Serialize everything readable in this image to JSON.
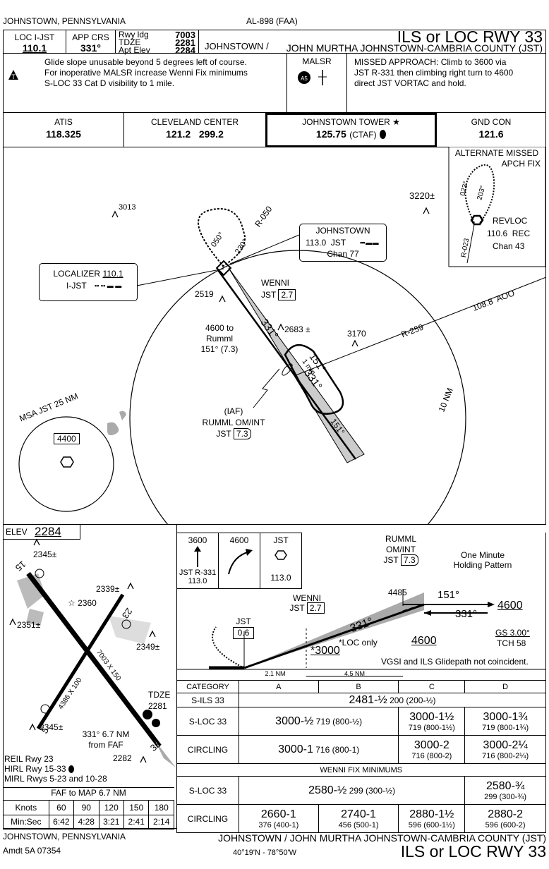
{
  "header": {
    "location": "JOHNSTOWN, PENNSYLVANIA",
    "volume": "AL-898 (FAA)",
    "loc_label": "LOC  I-JST",
    "loc_freq": "110.1",
    "app_crs_label": "APP CRS",
    "app_crs": "331°",
    "rwy_ldg_label": "Rwy ldg",
    "rwy_ldg": "7003",
    "tdze_label": "TDZE",
    "tdze": "2281",
    "apt_elev_label": "Apt Elev",
    "apt_elev": "2284",
    "city": "JOHNSTOWN /",
    "procedure": "ILS or LOC RWY 33",
    "airport": "JOHN MURTHA JOHNSTOWN-CAMBRIA COUNTY (JST)"
  },
  "notes": {
    "line1": "Glide slope unusable beyond 5 degrees left of course.",
    "line2": "For inoperative MALSR increase Wenni Fix minimums",
    "line3": "S-LOC 33 Cat D visibility to 1 mile.",
    "malsr": "MALSR",
    "missed1": "MISSED APPROACH:  Climb to 3600 via",
    "missed2": "JST R-331 then climbing right turn to 4600",
    "missed3": "direct JST VORTAC and hold."
  },
  "comms": {
    "atis_label": "ATIS",
    "atis": "118.325",
    "center_label": "CLEVELAND CENTER",
    "center": "121.2   299.2",
    "tower_label": "JOHNSTOWN TOWER",
    "tower": "125.75",
    "ctaf": "(CTAF)",
    "gnd_label": "GND CON",
    "gnd": "121.6"
  },
  "planview": {
    "alt_missed_title1": "ALTERNATE MISSED",
    "alt_missed_title2": "APCH FIX",
    "revloc_name": "REVLOC",
    "revloc_freq": "110.6  REC",
    "revloc_chan": "Chan 43",
    "r023a": "023°",
    "r203": "203°",
    "r023b": "R-023",
    "vor_name": "JOHNSTOWN",
    "vor_freq": "113.0  JST",
    "vor_chan": "Chan 77",
    "loc_name": "LOCALIZER",
    "loc_freq": "110.1",
    "loc_id": "I-JST",
    "wenni": "WENNI",
    "wenni_jst": "JST",
    "wenni_dme": "2.7",
    "elev3013": "3013",
    "elev3220": "3220±",
    "elev2519": "2519",
    "elev2683": "2683 ±",
    "elev3170": "3170",
    "r050": "R-050",
    "h050": "050°",
    "h230": "230°",
    "transition1": "4600 to",
    "transition2": "Rumml",
    "transition3": "151° (7.3)",
    "r259": "R-259",
    "r108": "108.8  AOO",
    "c331": "331°",
    "c151": "151°",
    "onemin": "1 min",
    "c151b": "151°",
    "nm10": "10 NM",
    "iaf": "(IAF)",
    "rumml": "RUMML OM/INT",
    "rumml_jst": "JST",
    "rumml_dme": "7.3",
    "msa": "MSA JST 25 NM",
    "msa_alt": "4400"
  },
  "airport": {
    "elev_label": "ELEV",
    "elev": "2284",
    "e2345a": "2345±",
    "e2339": "2339±",
    "e2360": "2360",
    "e2351": "2351±",
    "e2349": "2349±",
    "rw15": "15",
    "rw23": "23",
    "rw5": "5",
    "rw33": "33",
    "dim1": "7003 X 150",
    "dim2": "4386 X 100",
    "tdze_label": "TDZE",
    "tdze": "2281",
    "e2345b": "2345±",
    "faf1": "331° 6.7 NM",
    "faf2": "from FAF",
    "e2282": "2282",
    "reil": "REIL Rwy 23",
    "hirl": "HIRL Rwy 15-33",
    "mirl": "MIRL Rwys 5-23 and 10-28",
    "faf_map": "FAF to MAP  6.7 NM",
    "knots_label": "Knots",
    "minsec_label": "Min:Sec",
    "knots": [
      "60",
      "90",
      "120",
      "150",
      "180"
    ],
    "times": [
      "6:42",
      "4:28",
      "3:21",
      "2:41",
      "2:14"
    ]
  },
  "profile": {
    "ma1_alt": "3600",
    "ma1_r": "JST R-331",
    "ma1_f": "113.0",
    "ma2_alt": "4600",
    "ma3_id": "JST",
    "ma3_f": "113.0",
    "rumml1": "RUMML",
    "rumml2": "OM/INT",
    "rumml_jst": "JST",
    "rumml_dme": "7.3",
    "hold1": "One Minute",
    "hold2": "Holding Pattern",
    "p4485": "4485",
    "p151": "151°",
    "p331a": "331°",
    "p4600a": "4600",
    "p331b": "331°",
    "p4600b": "4600",
    "ploc": "*LOC only",
    "wenni": "WENNI",
    "wenni_jst": "JST",
    "wenni_dme": "2.7",
    "jst": "JST",
    "jst_dme": "0.6",
    "p3000": "*3000",
    "gs": "GS 3.00°",
    "tch": "TCH 58",
    "vgsi": "VGSI and ILS Glidepath not coincident.",
    "d1": "2.1 NM",
    "d2": "4.5 NM"
  },
  "minimums": {
    "cat": "CATEGORY",
    "a": "A",
    "b": "B",
    "c": "C",
    "d": "D",
    "sils": "S-ILS 33",
    "sils_min": "2481-½",
    "sils_sub": "200 (200-½)",
    "sloc": "S-LOC 33",
    "sloc_ab": "3000-½",
    "sloc_ab_sub": "719 (800-½)",
    "sloc_c": "3000-1½",
    "sloc_c_sub": "719 (800-1½)",
    "sloc_d": "3000-1¾",
    "sloc_d_sub": "719 (800-1¾)",
    "circ": "CIRCLING",
    "circ_ab": "3000-1",
    "circ_ab_sub": "716 (800-1)",
    "circ_c": "3000-2",
    "circ_c_sub": "716 (800-2)",
    "circ_d": "3000-2¼",
    "circ_d_sub": "716 (800-2¼)",
    "wenni_title": "WENNI FIX MINIMUMS",
    "w_sloc": "S-LOC 33",
    "w_sloc_abc": "2580-½",
    "w_sloc_abc_sub": "299 (300-½)",
    "w_sloc_d": "2580-¾",
    "w_sloc_d_sub": "299 (300-¾)",
    "w_circ": "CIRCLING",
    "w_circ_a": "2660-1",
    "w_circ_a_sub": "376 (400-1)",
    "w_circ_b": "2740-1",
    "w_circ_b_sub": "456 (500-1)",
    "w_circ_c": "2880-1½",
    "w_circ_c_sub": "596 (600-1½)",
    "w_circ_d": "2880-2",
    "w_circ_d_sub": "596 (600-2)"
  },
  "footer": {
    "location": "JOHNSTOWN, PENNSYLVANIA",
    "amdt": "Amdt 5A  07354",
    "airport": "JOHNSTOWN / JOHN MURTHA JOHNSTOWN-CAMBRIA COUNTY (JST)",
    "coords": "40°19'N - 78°50'W",
    "procedure": "ILS or LOC RWY 33"
  }
}
